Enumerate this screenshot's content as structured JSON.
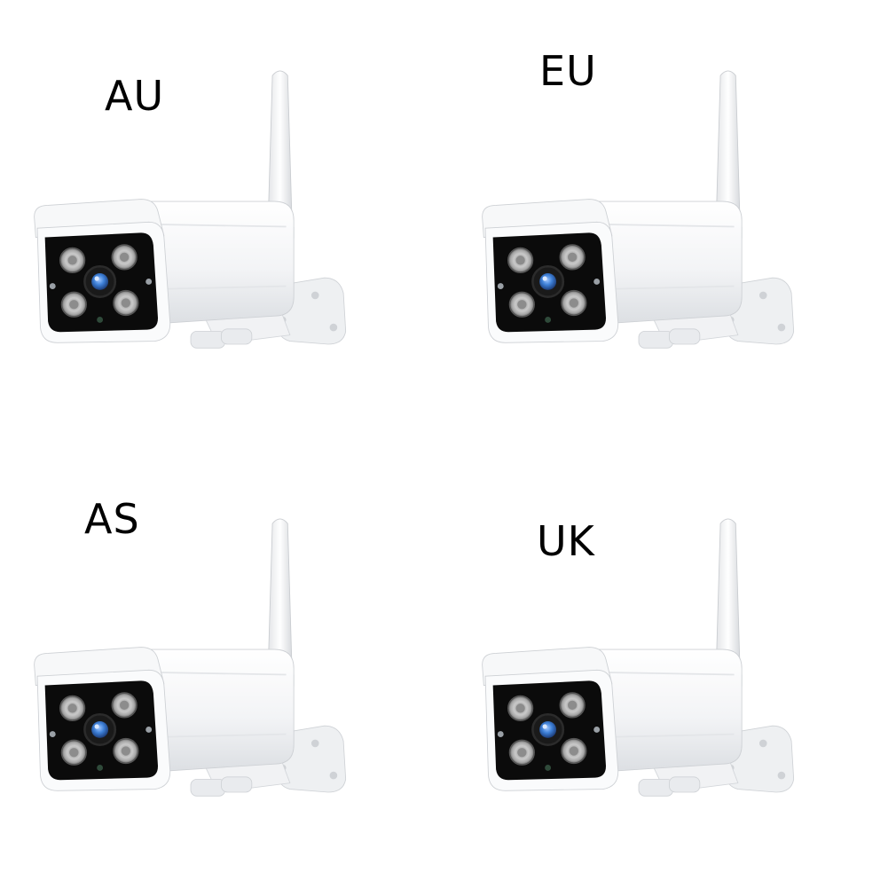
{
  "panels": [
    {
      "label": "AU"
    },
    {
      "label": "EU"
    },
    {
      "label": "AS"
    },
    {
      "label": "UK"
    }
  ],
  "colors": {
    "background": "#ffffff",
    "housing": "#f4f5f7",
    "faceplate": "#0b0b0b",
    "ir_led": "#b8b8b8",
    "lens": "#4a86d6"
  },
  "icons": {
    "camera": "bullet-wifi-camera-icon",
    "antenna": "antenna-icon",
    "mount": "wall-mount-bracket-icon"
  }
}
